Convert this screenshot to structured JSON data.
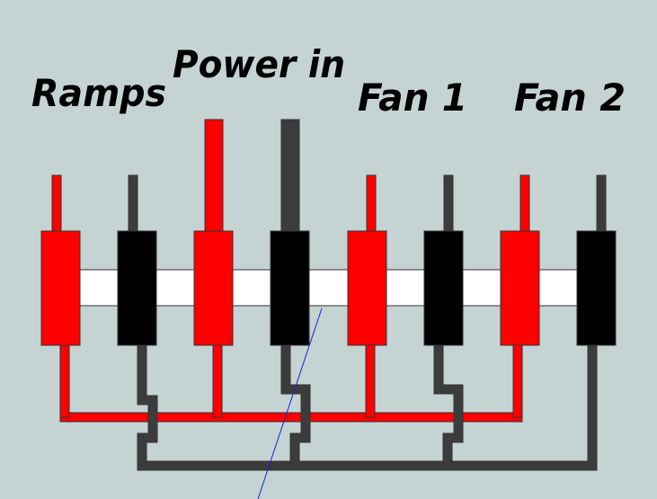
{
  "labels": {
    "ramps": "Ramps",
    "power_in": "Power in",
    "fan1": "Fan 1",
    "fan2": "Fan 2"
  },
  "colors": {
    "background": "#c5d3d3",
    "positive": "#ff0000",
    "negative": "#000000",
    "wire_negative": "#3c3c3c",
    "bus_bar": "#ffffff",
    "outline": "#333333",
    "annotation_line": "#1f1fd0"
  }
}
